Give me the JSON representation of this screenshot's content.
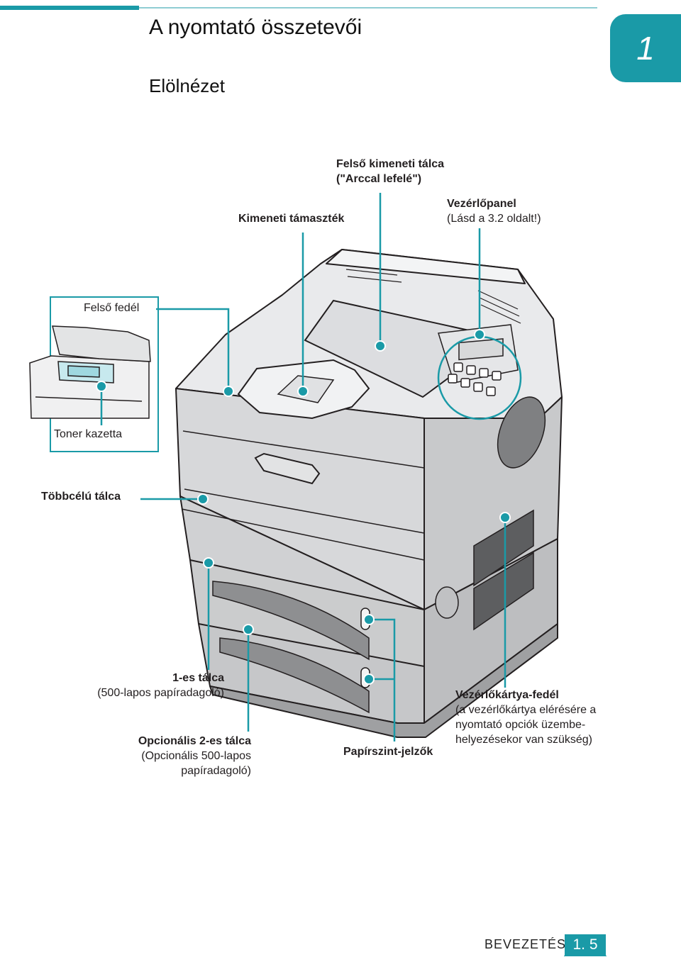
{
  "chapter": {
    "number": "1"
  },
  "page": {
    "title": "A nyomtató összetevői",
    "section": "Elölnézet"
  },
  "labels": {
    "output_tray_top": {
      "line1": "Felső kimeneti tálca",
      "line2": "(\"Arccal lefelé\")"
    },
    "output_support": "Kimeneti támaszték",
    "control_panel": {
      "line1": "Vezérlőpanel",
      "line2": "(Lásd a 3.2 oldalt!)"
    },
    "top_cover": "Felső fedél",
    "toner": "Toner kazetta",
    "mp_tray": "Többcélú tálca",
    "tray1": {
      "line1": "1-es tálca",
      "line2": "(500-lapos papíradagoló)"
    },
    "tray2": {
      "line1": "Opcionális 2-es tálca",
      "line2": "(Opcionális 500-lapos",
      "line3": "papíradagoló)"
    },
    "paper_level": "Papírszint-jelzők",
    "board_cover": {
      "line1": "Vezérlőkártya-fedél",
      "line2": "(a vezérlőkártya elérésére a",
      "line3": "nyomtató opciók üzembe-",
      "line4": "helyezésekor van szükség)"
    }
  },
  "printer_panel_display": "",
  "footer": {
    "section": "BEVEZETÉS",
    "page": "1. 5"
  },
  "colors": {
    "accent": "#1a9aa7",
    "accent_light": "#8fcdd3"
  }
}
